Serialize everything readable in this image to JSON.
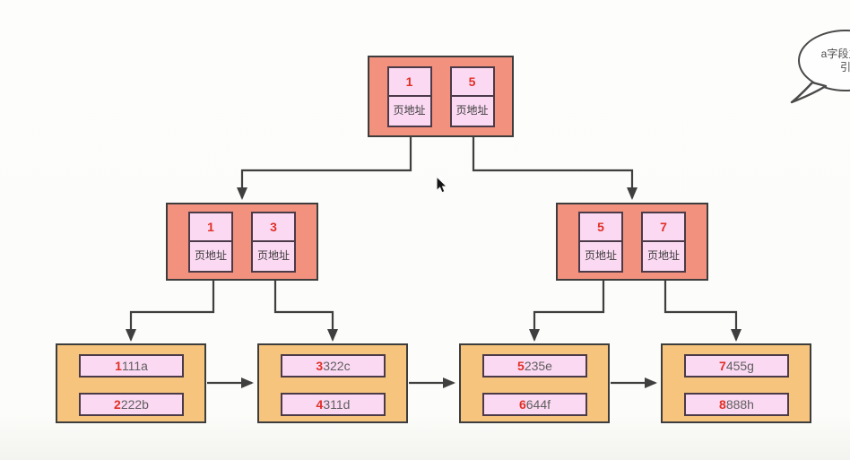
{
  "annotation_bubble": {
    "line1": "a字段主键",
    "line2": "引"
  },
  "tree": {
    "root": {
      "cells": [
        {
          "key": "1",
          "label": "页地址"
        },
        {
          "key": "5",
          "label": "页地址"
        }
      ]
    },
    "internal": [
      {
        "cells": [
          {
            "key": "1",
            "label": "页地址"
          },
          {
            "key": "3",
            "label": "页地址"
          }
        ]
      },
      {
        "cells": [
          {
            "key": "5",
            "label": "页地址"
          },
          {
            "key": "7",
            "label": "页地址"
          }
        ]
      }
    ],
    "leaves": [
      {
        "rows": [
          {
            "key": "1",
            "value": "111a"
          },
          {
            "key": "2",
            "value": "222b"
          }
        ]
      },
      {
        "rows": [
          {
            "key": "3",
            "value": "322c"
          },
          {
            "key": "4",
            "value": "311d"
          }
        ]
      },
      {
        "rows": [
          {
            "key": "5",
            "value": "235e"
          },
          {
            "key": "6",
            "value": "644f"
          }
        ]
      },
      {
        "rows": [
          {
            "key": "7",
            "value": "455g"
          },
          {
            "key": "8",
            "value": "888h"
          }
        ]
      }
    ]
  },
  "colors": {
    "internal_node_fill": "#f2917e",
    "leaf_node_fill": "#f6c47d",
    "cell_fill": "#fbd9f2",
    "key_text": "#e03026",
    "value_text": "#5f5f5f",
    "line_stroke": "#3f3f3f"
  }
}
